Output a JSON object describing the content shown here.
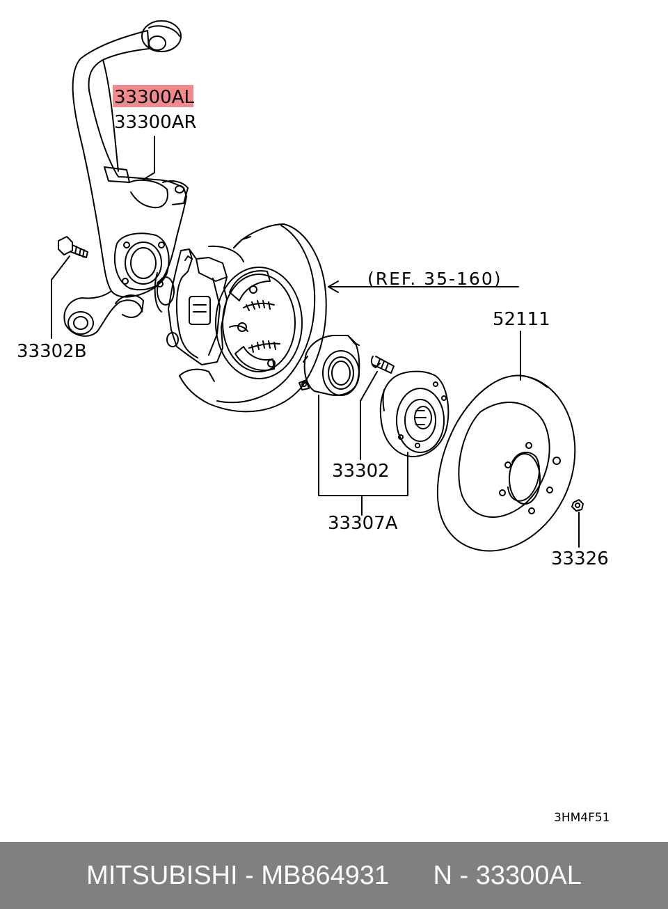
{
  "labels": {
    "knuckle_left": "33300AL",
    "knuckle_right": "33300AR",
    "bolt": "33302B",
    "ref": "(REF. 35-160)",
    "rotor": "52111",
    "hub_bolt": "33302",
    "hub_assembly": "33307A",
    "nut": "33326",
    "drawing_code": "3HM4F51"
  },
  "footer": {
    "brand": "MITSUBISHI",
    "separator1": " - ",
    "part_number": "MB864931",
    "gap": "      ",
    "position": "N",
    "separator2": " - ",
    "position_code": "33300AL"
  },
  "colors": {
    "highlight": "#f08b8d",
    "footer_bg": "#808080",
    "footer_text": "#ffffff",
    "line": "#000000"
  }
}
